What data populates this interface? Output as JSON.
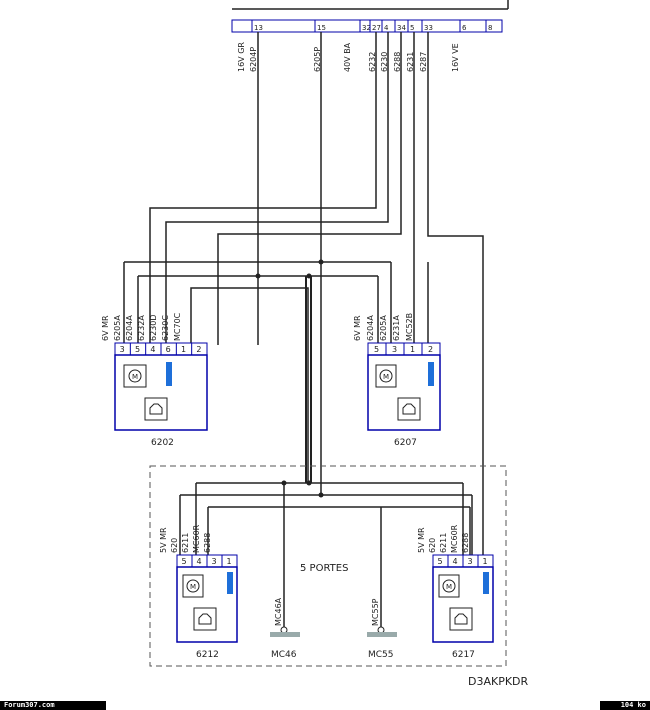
{
  "connector": {
    "pins": [
      "13",
      "15",
      "32",
      "27",
      "4",
      "34",
      "5",
      "33",
      "6",
      "8"
    ],
    "labels": [
      "16V GR",
      "6204P",
      "6205P",
      "40V BA",
      "6232",
      "6230",
      "6288",
      "6231",
      "6287",
      "16V VE"
    ]
  },
  "motor_6202": {
    "id": "6202",
    "header": [
      "6V MR",
      "6205A",
      "6204A",
      "6232A",
      "6230D",
      "6230C",
      "MC70C"
    ],
    "pins": [
      "3",
      "5",
      "4",
      "6",
      "1",
      "2"
    ]
  },
  "motor_6207": {
    "id": "6207",
    "header": [
      "6V MR",
      "6204A",
      "6205A",
      "6231A",
      "MC52B"
    ],
    "pins": [
      "5",
      "3",
      "1",
      "2"
    ]
  },
  "motor_6212": {
    "id": "6212",
    "header": [
      "5V MR",
      "620",
      "6211",
      "MC60R",
      "6288"
    ],
    "pins": [
      "5",
      "4",
      "3",
      "1"
    ]
  },
  "motor_6217": {
    "id": "6217",
    "header": [
      "5V MR",
      "620",
      "6211",
      "MC60R",
      "6288"
    ],
    "pins": [
      "5",
      "4",
      "3",
      "1"
    ]
  },
  "ground_mc46": {
    "wire": "MC46A",
    "label": "MC46"
  },
  "ground_mc55": {
    "wire": "MC55P",
    "label": "MC55"
  },
  "five_doors_label": "5 PORTES",
  "diagram_code": "D3AKPKDR",
  "footer": {
    "site": "Forum307.com",
    "size": "104 ko"
  },
  "colors": {
    "line": "#222222",
    "box": "#0000aa",
    "box_fill": "#ffffff",
    "accent": "#1e6fd9",
    "dashed": "#555555"
  }
}
